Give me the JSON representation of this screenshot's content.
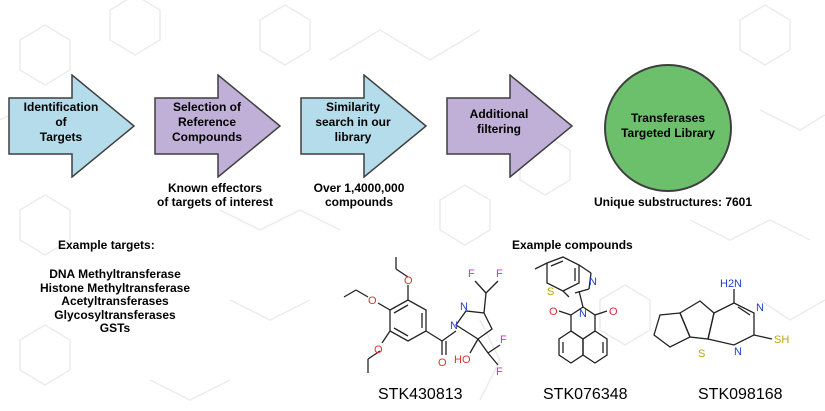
{
  "flow": {
    "steps": [
      {
        "lines": [
          "Identification",
          "of",
          "Targets"
        ],
        "color": "#b4dcea"
      },
      {
        "lines": [
          "Selection of",
          "Reference",
          "Compounds"
        ],
        "color": "#c0b0d8"
      },
      {
        "lines": [
          "Similarity",
          "search in our",
          "library"
        ],
        "color": "#b4dcea"
      },
      {
        "lines": [
          "Additional",
          "filtering"
        ],
        "color": "#c0b0d8"
      }
    ],
    "goal": {
      "lines": [
        "Transferases",
        "Targeted Library"
      ],
      "color": "#6cc06c"
    }
  },
  "notes": {
    "effectors": [
      "Known effectors",
      "of targets of interest"
    ],
    "compounds_count": [
      "Over 1,4000,000",
      "compounds"
    ],
    "substructures": "Unique substructures: 7601"
  },
  "targets": {
    "heading": "Example targets:",
    "items": [
      "DNA Methyltransferase",
      "Histone Methyltransferase",
      "Acetyltransferases",
      "Glycosyltransferases",
      "GSTs"
    ]
  },
  "compounds": {
    "heading": "Example compounds",
    "ids": [
      "STK430813",
      "STK076348",
      "STK098168"
    ],
    "atoms": {
      "f": "F",
      "o": "O",
      "n": "N",
      "oh": "HO",
      "s": "S",
      "nh2": "H2N",
      "sh": "SH"
    },
    "atom_colors": {
      "F": "#cc33cc",
      "O": "#e03030",
      "N": "#2040d0",
      "S": "#b8a800"
    }
  }
}
